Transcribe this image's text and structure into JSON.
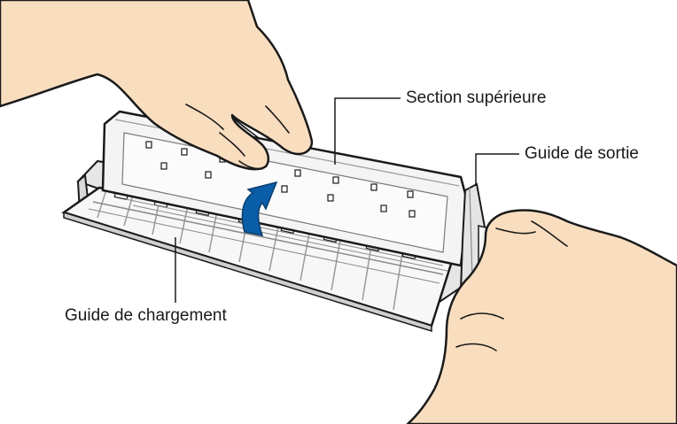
{
  "labels": {
    "upper_section": "Section supérieure",
    "output_guide": "Guide de sortie",
    "loading_guide": "Guide de chargement"
  },
  "colors": {
    "skin": "#f9ddbf",
    "outline": "#1a1a1a",
    "scanner_body": "#f2f2f2",
    "scanner_shadow": "#d9d9d9",
    "arrow": "#0a5ea8"
  }
}
